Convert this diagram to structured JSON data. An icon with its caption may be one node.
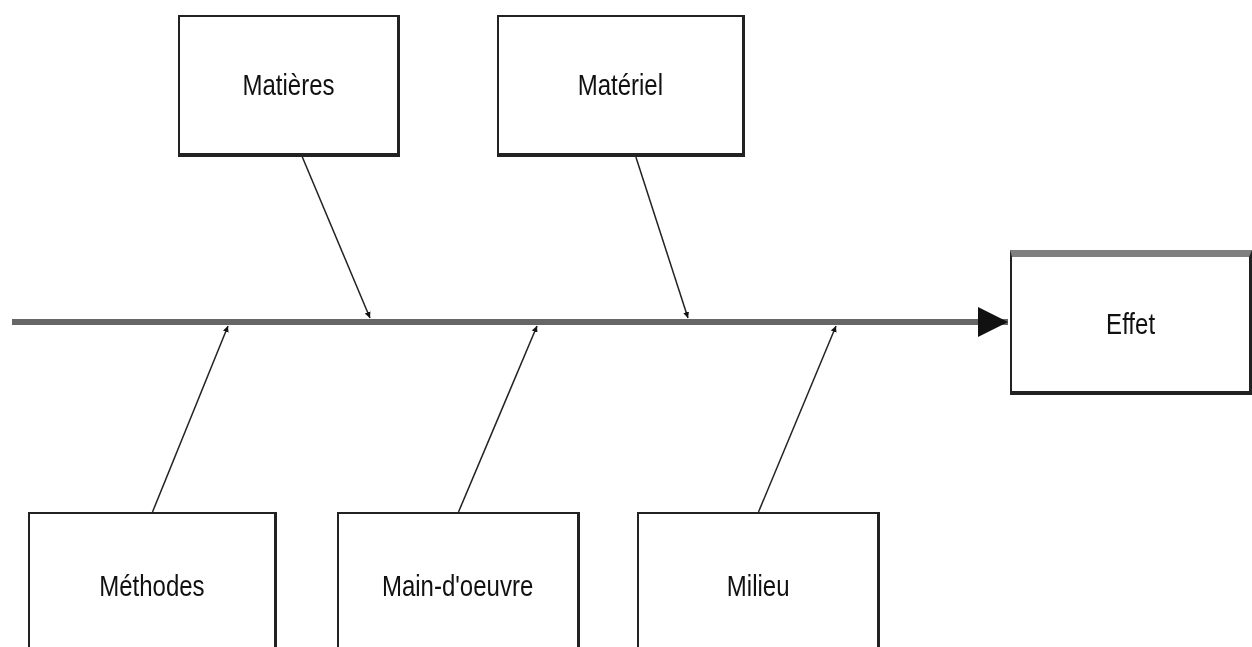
{
  "diagram": {
    "nodes": [
      {
        "text": [
          "Matières"
        ]
      },
      {
        "text": [
          "Matériel"
        ]
      },
      {
        "text": [
          "Effet"
        ]
      },
      {
        "text": [
          "Méthodes"
        ]
      },
      {
        "text": [
          "Main-d'oeuvre"
        ]
      },
      {
        "text": [
          "Milieu"
        ]
      }
    ],
    "edges": [
      {
        "from": 0,
        "to": null,
        "arrow": "to"
      },
      {
        "from": 1,
        "to": null,
        "arrow": "to"
      },
      {
        "from": null,
        "to": 2,
        "arrow": "to",
        "style": "thick"
      },
      {
        "from": 3,
        "to": null,
        "arrow": "to"
      },
      {
        "from": 4,
        "to": null,
        "arrow": "to"
      },
      {
        "from": 5,
        "to": null,
        "arrow": "to"
      }
    ]
  }
}
